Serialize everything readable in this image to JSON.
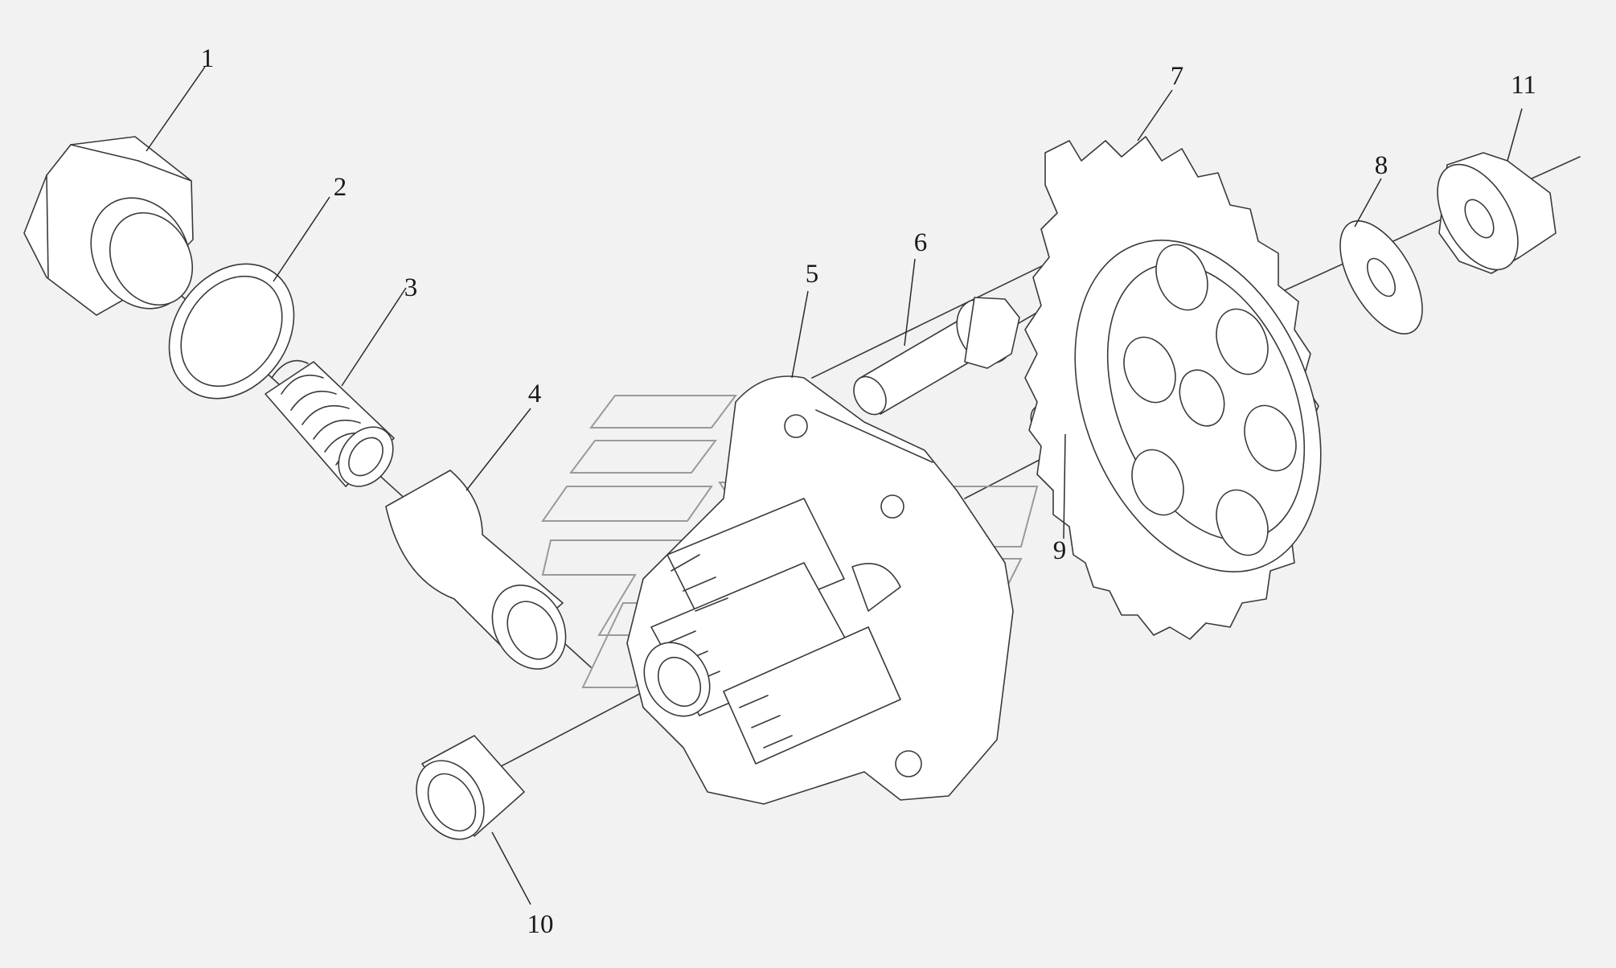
{
  "diagram": {
    "background_color": "#f2f2f2",
    "line_color": "#3a3a3a",
    "watermark_color": "#9a9a9a",
    "callouts": [
      {
        "id": "c1",
        "label": "1"
      },
      {
        "id": "c2",
        "label": "2"
      },
      {
        "id": "c3",
        "label": "3"
      },
      {
        "id": "c4",
        "label": "4"
      },
      {
        "id": "c5",
        "label": "5"
      },
      {
        "id": "c6",
        "label": "6"
      },
      {
        "id": "c7",
        "label": "7"
      },
      {
        "id": "c8",
        "label": "8"
      },
      {
        "id": "c9",
        "label": "9"
      },
      {
        "id": "c10",
        "label": "10"
      },
      {
        "id": "c11",
        "label": "11"
      }
    ]
  }
}
